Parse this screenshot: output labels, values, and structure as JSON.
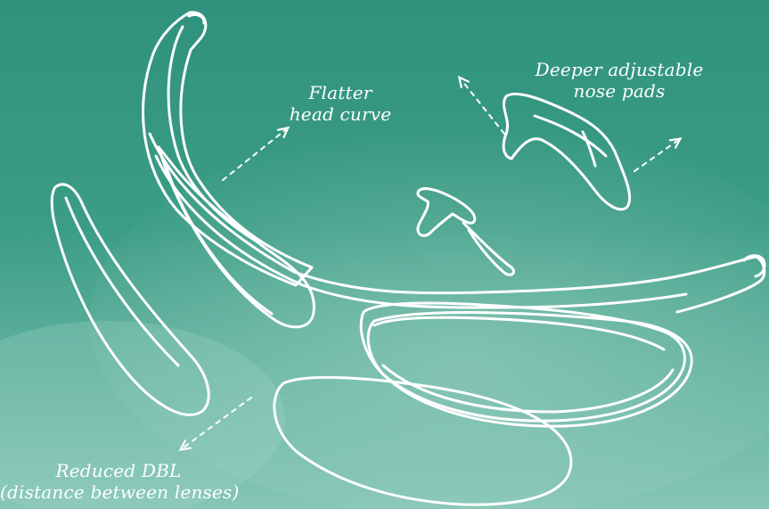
{
  "colors": {
    "bg_top": "#2f927c",
    "bg_bottom": "#86c6b6",
    "stroke": "#ffffff"
  },
  "labels": {
    "head_curve": {
      "line1": "Flatter",
      "line2": "head curve"
    },
    "nose_pads": {
      "line1": "Deeper adjustable",
      "line2": "nose pads"
    },
    "dbl": {
      "line1": "Reduced DBL",
      "line2": "(distance between lenses)"
    }
  }
}
